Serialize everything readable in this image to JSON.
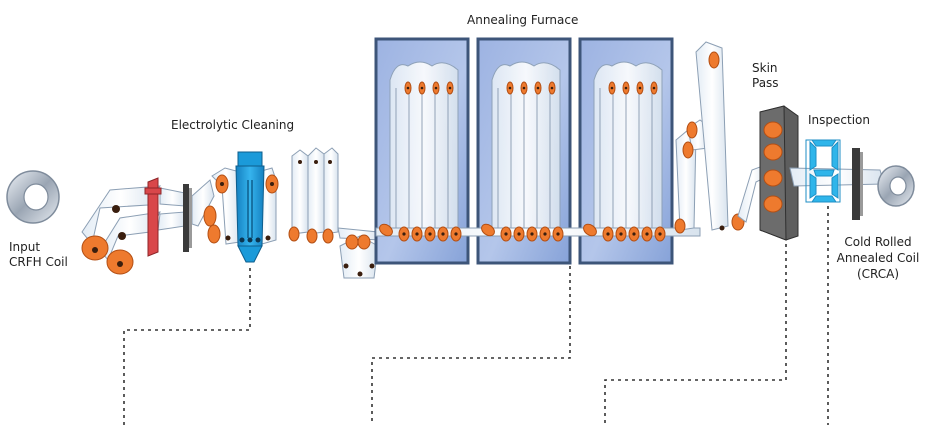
{
  "labels": {
    "input_coil": "Input CRFH Coil",
    "electrolytic_cleaning": "Electrolytic Cleaning",
    "annealing_furnace": "Annealing Furnace",
    "skin_pass": "Skin Pass",
    "inspection": "Inspection",
    "output_coil": "Cold Rolled Annealed Coil (CRCA)",
    "inspection_display": "8"
  },
  "colors": {
    "roller": "#ee7a2e",
    "roller_core": "#3a1e0e",
    "furnace_fill": "#8fa9de",
    "furnace_border": "#3d5579",
    "cleaning_tank": "#1b9ad9",
    "inspection_display": "#2fb5ea",
    "pinch_red": "#d9474a",
    "dark_plate": "#3a3a3a",
    "skin_pass_housing": "#5e5e5e",
    "strip": "#ffffff",
    "strip_edge": "#8c9fb4",
    "coil_steel": "#9aa5b3",
    "leader_line": "#333333"
  }
}
